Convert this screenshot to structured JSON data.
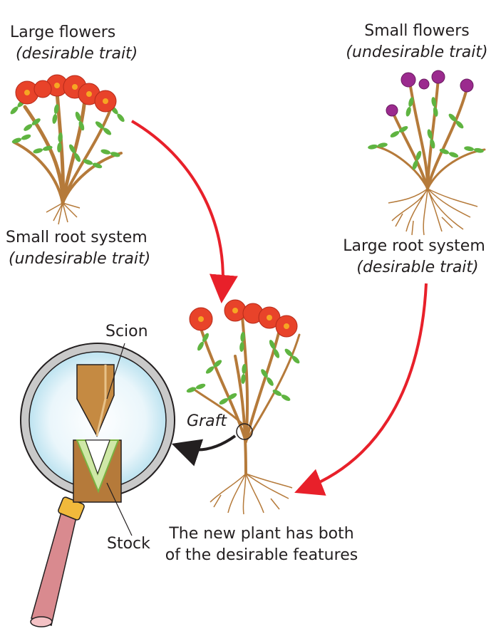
{
  "left_plant": {
    "flower_label": "Large flowers",
    "flower_trait": "(desirable trait)",
    "root_label": "Small root system",
    "root_trait": "(undesirable trait)"
  },
  "right_plant": {
    "flower_label": "Small flowers",
    "flower_trait": "(undesirable trait)",
    "root_label": "Large root system",
    "root_trait": "(desirable trait)"
  },
  "graft": {
    "graft_label": "Graft",
    "scion_label": "Scion",
    "stock_label": "Stock"
  },
  "result": {
    "line1": "The new plant has both",
    "line2": "of the desirable features"
  },
  "colors": {
    "arrow": "#e8202a",
    "stem": "#b57a3a",
    "leaf": "#5fb441",
    "large_flower": "#e8432a",
    "small_flower": "#9b2a8e",
    "lens_handle": "#d98a8f",
    "lens_ring": "#f1b93b"
  }
}
